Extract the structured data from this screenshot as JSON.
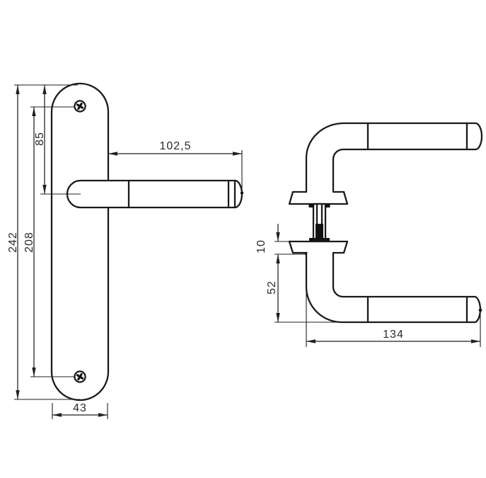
{
  "drawing": {
    "description": "Technical line drawing of a lever door handle: front view on backplate (left) and side profile view with roses and spindle (right)",
    "colors": {
      "line": "#1a1a1a",
      "background": "#ffffff",
      "text": "#2b2b2b"
    },
    "front_view": {
      "dims": {
        "plate_height": "242",
        "screw_spacing": "208",
        "top_to_lever": "85",
        "lever_beyond_plate": "102,5",
        "plate_width": "43"
      }
    },
    "side_view": {
      "dims": {
        "rose_thickness": "10",
        "lever_drop": "52",
        "lever_length": "134"
      }
    }
  }
}
